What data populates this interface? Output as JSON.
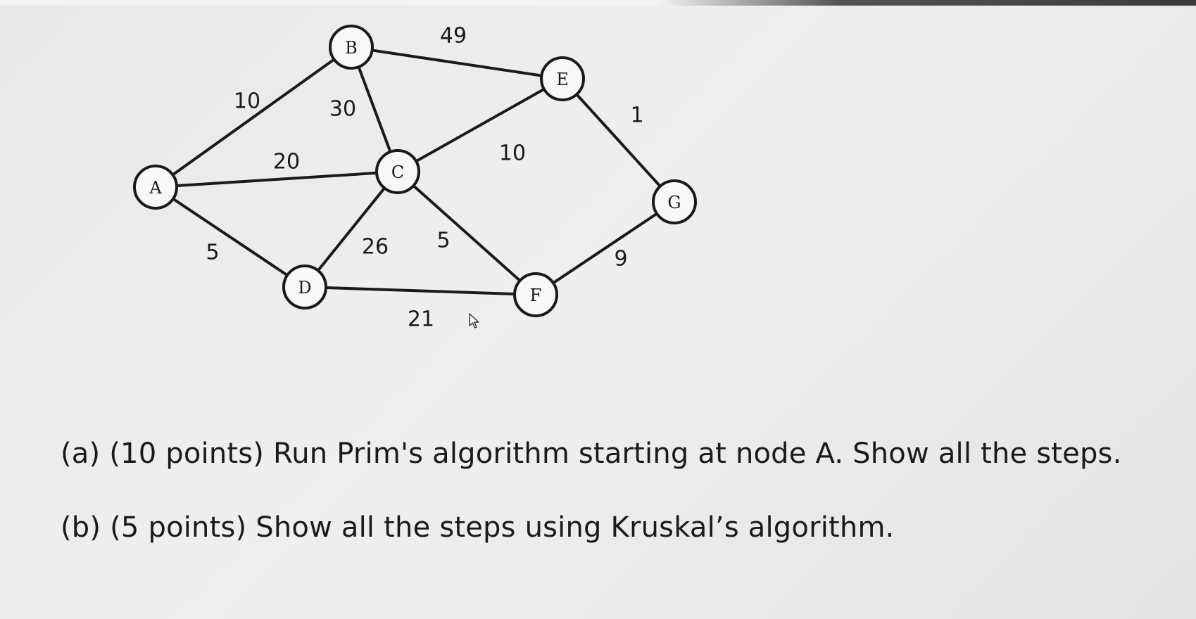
{
  "graph": {
    "nodes": [
      {
        "id": "A",
        "label": "A"
      },
      {
        "id": "B",
        "label": "B"
      },
      {
        "id": "C",
        "label": "C"
      },
      {
        "id": "D",
        "label": "D"
      },
      {
        "id": "E",
        "label": "E"
      },
      {
        "id": "F",
        "label": "F"
      },
      {
        "id": "G",
        "label": "G"
      }
    ],
    "edges": [
      {
        "from": "A",
        "to": "B",
        "weight": "10"
      },
      {
        "from": "A",
        "to": "C",
        "weight": "20"
      },
      {
        "from": "A",
        "to": "D",
        "weight": "5"
      },
      {
        "from": "B",
        "to": "C",
        "weight": "30"
      },
      {
        "from": "B",
        "to": "E",
        "weight": "49"
      },
      {
        "from": "C",
        "to": "E",
        "weight": "10"
      },
      {
        "from": "C",
        "to": "D",
        "weight": "26"
      },
      {
        "from": "C",
        "to": "F",
        "weight": "5"
      },
      {
        "from": "D",
        "to": "F",
        "weight": "21"
      },
      {
        "from": "E",
        "to": "G",
        "weight": "1"
      },
      {
        "from": "F",
        "to": "G",
        "weight": "9"
      }
    ]
  },
  "questions": {
    "a": "(a)  (10 points) Run Prim's algorithm starting at node A. Show all the steps.",
    "b": "(b)  (5 points) Show all the steps using Kruskal’s algorithm."
  }
}
